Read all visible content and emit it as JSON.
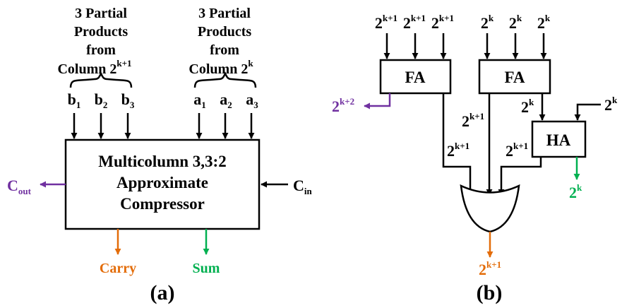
{
  "colors": {
    "ink": "#000000",
    "purple": "#7030a0",
    "orange": "#e36c09",
    "green": "#00b050"
  },
  "panel_a": {
    "caption": "(a)",
    "left_group": {
      "line1": "3 Partial",
      "line2": "Products",
      "line3": "from",
      "line4": "Column 2",
      "sup": "k+1"
    },
    "right_group": {
      "line1": "3 Partial",
      "line2": "Products",
      "line3": "from",
      "line4": "Column 2",
      "sup": "k"
    },
    "inputs_b": [
      {
        "base": "b",
        "sub": "1"
      },
      {
        "base": "b",
        "sub": "2"
      },
      {
        "base": "b",
        "sub": "3"
      }
    ],
    "inputs_a": [
      {
        "base": "a",
        "sub": "1"
      },
      {
        "base": "a",
        "sub": "2"
      },
      {
        "base": "a",
        "sub": "3"
      }
    ],
    "block": {
      "line1": "Multicolumn 3,3:2",
      "line2": "Approximate",
      "line3": "Compressor"
    },
    "cout": {
      "base": "C",
      "sub": "out"
    },
    "cin": {
      "base": "C",
      "sub": "in"
    },
    "carry": "Carry",
    "sum": "Sum"
  },
  "panel_b": {
    "caption": "(b)",
    "base": "2",
    "top_left_inputs": [
      "k+1",
      "k+1",
      "k+1"
    ],
    "top_right_inputs": [
      "k",
      "k",
      "k"
    ],
    "fa_left": "FA",
    "fa_right": "FA",
    "ha": "HA",
    "fa_left_carry": "k+2",
    "fa_right_carry": "k+1",
    "fa_right_sum": "k",
    "ha_input": "k",
    "fa_left_sum_to_or": "k+1",
    "ha_carry_to_or": "k+1",
    "ha_sum": "k",
    "or_output": "k+1"
  }
}
